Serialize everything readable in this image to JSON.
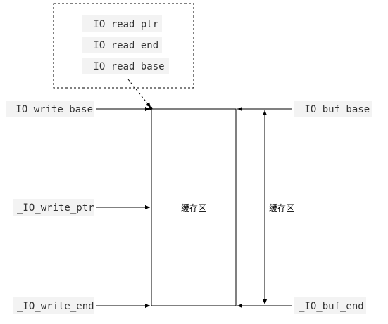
{
  "read_group": {
    "labels": [
      "_IO_read_ptr",
      "_IO_read_end",
      "_IO_read_base"
    ]
  },
  "left_labels": {
    "write_base": "_IO_write_base",
    "write_ptr": "_IO_write_ptr",
    "write_end": "_IO_write_end"
  },
  "right_labels": {
    "buf_base": "_IO_buf_base",
    "buf_end": "_IO_buf_end"
  },
  "buffer_label": "缓存区",
  "span_label": "缓存区"
}
